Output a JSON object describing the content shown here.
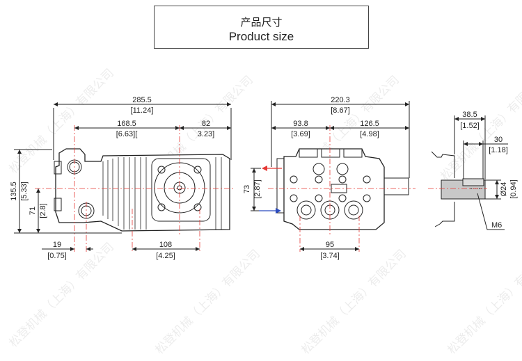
{
  "title": {
    "cn": "产品尺寸",
    "en": "Product size"
  },
  "watermark": "松登机械（上海）有限公司",
  "side_view": {
    "overall_length": "285.5",
    "overall_length_in": "[11.24]",
    "inlet_to_shaft": "168.5",
    "inlet_to_shaft_in": "[6.63][",
    "shaft_to_end": "82",
    "shaft_to_end_in": "3.23]",
    "height": "135.5",
    "height_in": "[5.33]",
    "shaft_height": "71",
    "shaft_height_in": "[2.8]",
    "outlet_offset": "19",
    "outlet_offset_in": "[0.75]",
    "foot_spacing": "108",
    "foot_spacing_in": "[4.25]",
    "port_spacing": "73",
    "port_spacing_in": "[2.87]"
  },
  "front_view": {
    "overall_width": "220.3",
    "overall_width_in": "[8.67]",
    "left_width": "93.8",
    "left_width_in": "[3.69]",
    "right_width": "126.5",
    "right_width_in": "[4.98]",
    "foot_spacing": "95",
    "foot_spacing_in": "[3.74]",
    "outlet_arrow_color": "#e53935",
    "inlet_arrow_color": "#2b4bbf"
  },
  "shaft_detail": {
    "shaft_length": "38.5",
    "shaft_length_in": "[1.52]",
    "key_length": "30",
    "key_length_in": "[1.18]",
    "diameter": "Ø24",
    "diameter_in": "[0.94]",
    "thread": "M6"
  }
}
